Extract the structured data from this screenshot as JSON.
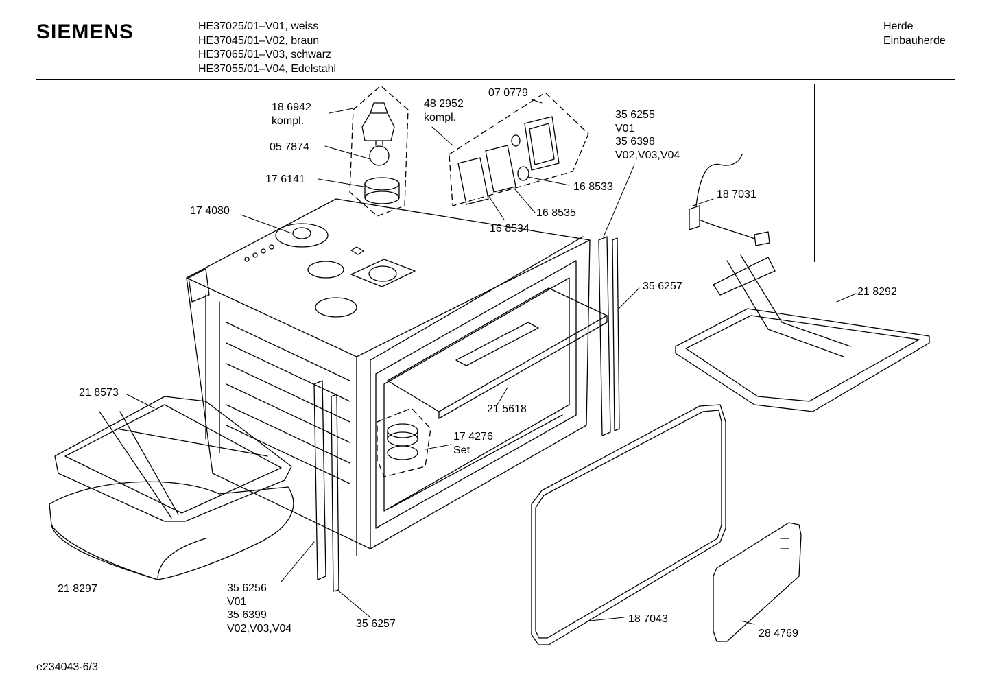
{
  "brand": "SIEMENS",
  "models": [
    "HE37025/01–V01, weiss",
    "HE37045/01–V02, braun",
    "HE37065/01–V03, schwarz",
    "HE37055/01–V04, Edelstahl"
  ],
  "category": [
    "Herde",
    "Einbauherde"
  ],
  "footer_code": "e234043-6/3",
  "parts": [
    {
      "id": "p186942",
      "lines": [
        "18 6942",
        "kompl."
      ]
    },
    {
      "id": "p057874",
      "lines": [
        "05 7874"
      ]
    },
    {
      "id": "p176141",
      "lines": [
        "17 6141"
      ]
    },
    {
      "id": "p174080",
      "lines": [
        "17 4080"
      ]
    },
    {
      "id": "p482952",
      "lines": [
        "48 2952",
        "kompl."
      ]
    },
    {
      "id": "p070779",
      "lines": [
        "07 0779"
      ]
    },
    {
      "id": "p168533",
      "lines": [
        "16 8533"
      ]
    },
    {
      "id": "p168535",
      "lines": [
        "16 8535"
      ]
    },
    {
      "id": "p168534",
      "lines": [
        "16 8534"
      ]
    },
    {
      "id": "p356255",
      "lines": [
        "35 6255",
        "V01",
        "35 6398",
        "V02,V03,V04"
      ]
    },
    {
      "id": "p187031",
      "lines": [
        "18 7031"
      ]
    },
    {
      "id": "p356257a",
      "lines": [
        "35 6257"
      ]
    },
    {
      "id": "p218292",
      "lines": [
        "21 8292"
      ]
    },
    {
      "id": "p218573",
      "lines": [
        "21 8573"
      ]
    },
    {
      "id": "p215618",
      "lines": [
        "21 5618"
      ]
    },
    {
      "id": "p174276",
      "lines": [
        "17 4276",
        "Set"
      ]
    },
    {
      "id": "p218297",
      "lines": [
        "21 8297"
      ]
    },
    {
      "id": "p356256",
      "lines": [
        "35 6256",
        "V01",
        "35 6399",
        "V02,V03,V04"
      ]
    },
    {
      "id": "p356257b",
      "lines": [
        "35 6257"
      ]
    },
    {
      "id": "p187043",
      "lines": [
        "18 7043"
      ]
    },
    {
      "id": "p284769",
      "lines": [
        "28 4769"
      ]
    }
  ]
}
